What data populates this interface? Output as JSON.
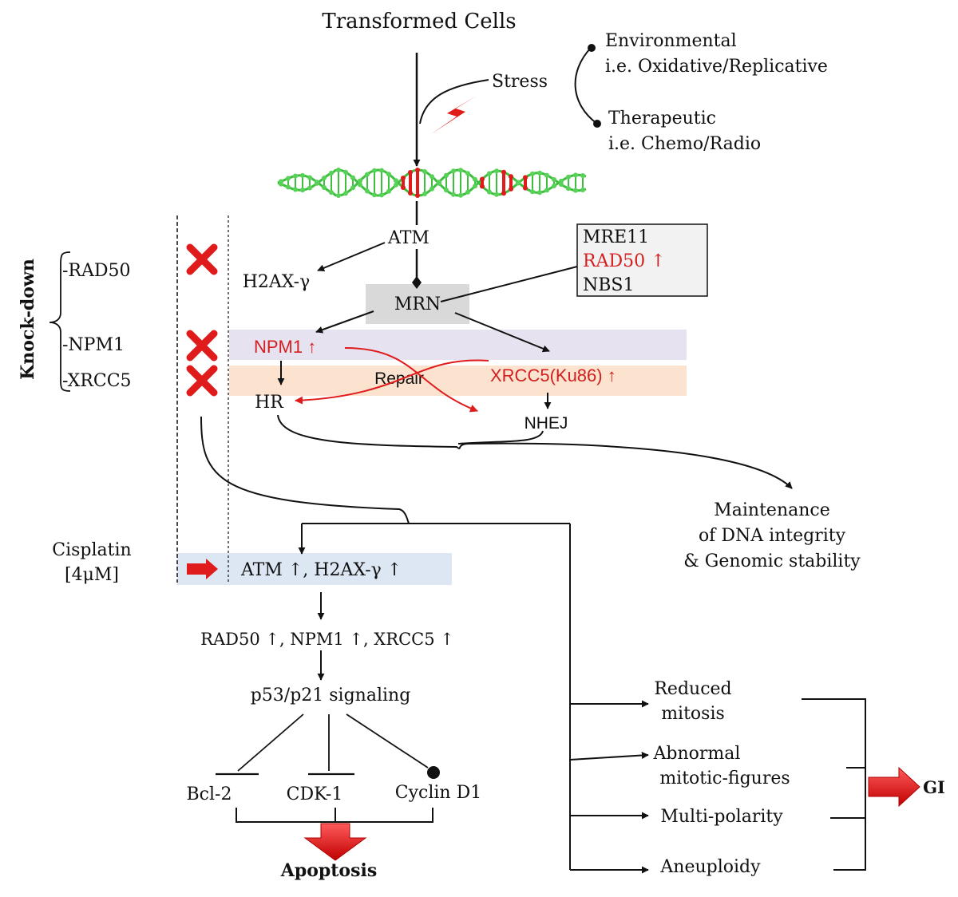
{
  "title": "Transformed Cells",
  "stress": {
    "label": "Stress",
    "environmental": "Environmental",
    "environmental_examples": "i.e. Oxidative/Replicative",
    "therapeutic": "Therapeutic",
    "therapeutic_examples": "i.e. Chemo/Radio"
  },
  "nodes": {
    "atm": "ATM",
    "h2ax": "H2AX-γ",
    "mrn": "MRN",
    "npm1": "NPM1 ↑",
    "xrcc5": "XRCC5(Ku86) ↑",
    "repair": "Repair",
    "hr": "HR",
    "nhej": "NHEJ",
    "maintenance_line1": "Maintenance",
    "maintenance_line2": "of DNA integrity",
    "maintenance_line3": "& Genomic stability"
  },
  "mrn_complex": {
    "mre11": "MRE11",
    "rad50": "RAD50 ↑",
    "nbs1": "NBS1"
  },
  "knockdown": {
    "label": "Knock-down",
    "items": [
      "-RAD50",
      "-NPM1",
      "-XRCC5"
    ]
  },
  "cisplatin": {
    "line1": "Cisplatin",
    "line2": "[4μM]"
  },
  "cascade": {
    "atm_h2ax": "ATM ↑,  H2AX-γ ↑",
    "upregulated": "RAD50 ↑, NPM1 ↑, XRCC5 ↑",
    "signaling": "p53/p21 signaling",
    "bcl2": "Bcl-2",
    "cdk1": "CDK-1",
    "cyclin": "Cyclin D1",
    "apoptosis": "Apoptosis"
  },
  "outcomes": {
    "reduced_line1": "Reduced",
    "reduced_line2": "mitosis",
    "abnormal_line1": "Abnormal",
    "abnormal_line2": "mitotic-figures",
    "multipolarity": "Multi-polarity",
    "aneuploidy": "Aneuploidy",
    "gi": "GI"
  },
  "colors": {
    "accent_red": "#d21f1f",
    "npm1_band": "#e6e2f0",
    "xrcc5_band": "#fbe3cf",
    "cisplatin_band": "#dde7f3",
    "mrn_box": "#d9d9d9",
    "dna_green": "#3cbf3c"
  }
}
